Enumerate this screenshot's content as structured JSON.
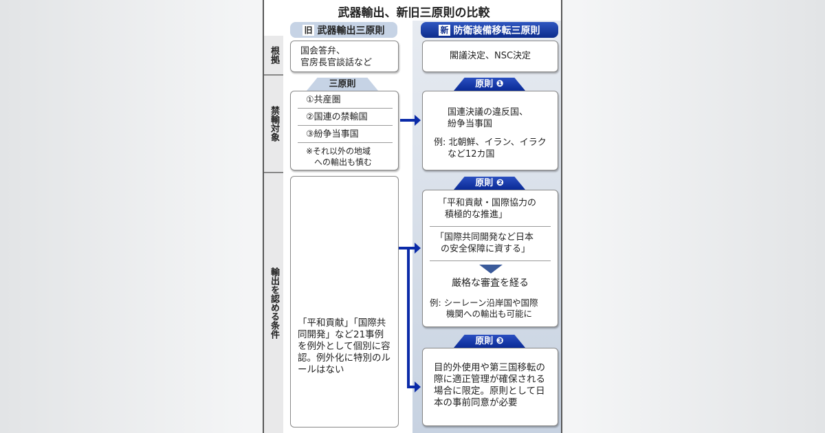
{
  "title": "武器輸出、新旧三原則の比較",
  "row_labels": [
    "根拠",
    "禁輸対象",
    "輸出を認める条件"
  ],
  "old": {
    "tag": "旧",
    "name": "武器輸出三原則",
    "basis": [
      "国会答弁、",
      "官房長官談話など"
    ],
    "principles_tab": "三原則",
    "items": [
      "①共産圏",
      "②国連の禁輸国",
      "③紛争当事国"
    ],
    "note": [
      "※それ以外の地域",
      "への輸出も慎む"
    ],
    "conditions": "「平和貢献」「国際共同開発」など21事例を例外として個別に容認。例外化に特別のルールはない"
  },
  "new": {
    "tag": "新",
    "name": "防衛装備移転三原則",
    "basis": "閣議決定、NSC決定",
    "p1": {
      "tab": "原則 ❶",
      "text": [
        "国連決議の違反国、",
        "紛争当事国"
      ],
      "example": [
        "例: 北朝鮮、イラン、イラク",
        "など12カ国"
      ]
    },
    "p2": {
      "tab": "原則 ❷",
      "a": [
        "「平和貢献・国際協力の",
        "積極的な推進」"
      ],
      "b": [
        "「国際共同開発など日本",
        "の安全保障に資する」"
      ],
      "result": "厳格な審査を経る",
      "example": [
        "例: シーレーン沿岸国や国際",
        "機関への輸出も可能に"
      ]
    },
    "p3": {
      "tab": "原則 ❸",
      "text": "目的外使用や第三国移転の際に適正管理が確保される場合に限定。原則として日本の事前同意が必要"
    }
  },
  "colors": {
    "accent": "#0a2aa8",
    "old_header": "#c6d3e5"
  }
}
